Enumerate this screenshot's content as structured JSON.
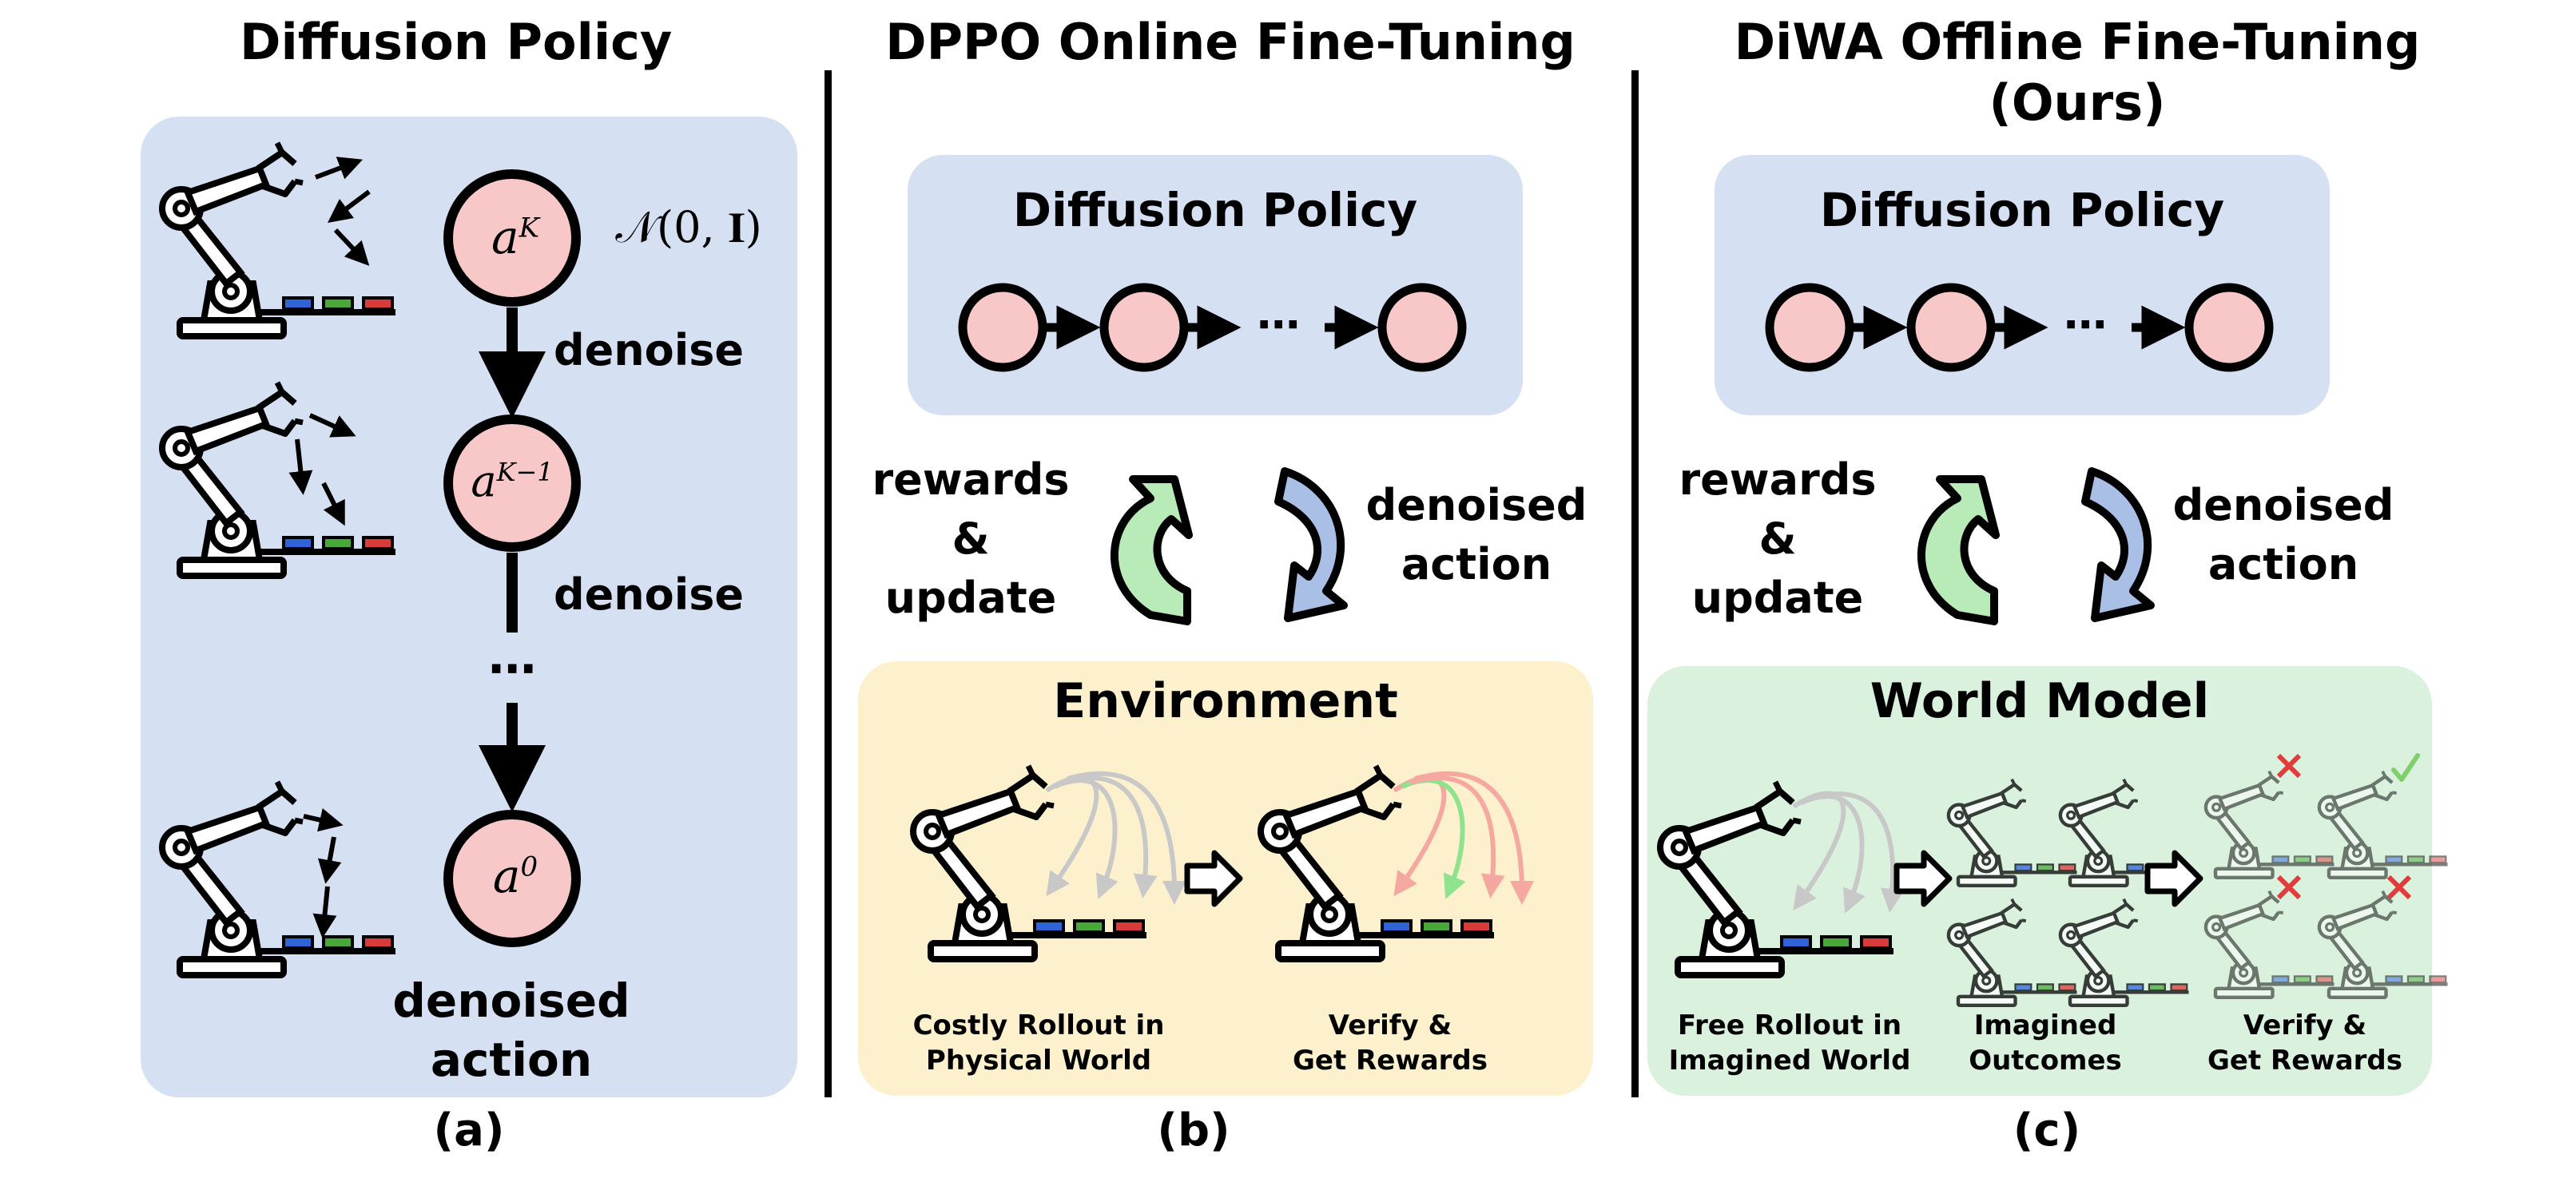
{
  "colors": {
    "panel_blue": "#d6e0f3",
    "panel_yellow": "#fcf1cc",
    "panel_green": "#d9f1dd",
    "node_pink": "#f8c8c8",
    "arrow_green": "#b9ebb9",
    "arrow_blue": "#a9bfe6"
  },
  "panel_a": {
    "title": "Diffusion Policy",
    "node_top": "a",
    "node_top_sup": "K",
    "noise": "𝒩(0, 𝐈)",
    "node_mid": "a",
    "node_mid_sup": "K−1",
    "node_bottom": "a",
    "node_bottom_sup": "0",
    "denoise_1": "denoise",
    "denoise_2": "denoise",
    "ellipsis": "⋯",
    "result_line1": "denoised",
    "result_line2": "action",
    "label": "(a)"
  },
  "panel_b": {
    "title": "DPPO Online Fine-Tuning",
    "policy_box_title": "Diffusion Policy",
    "chain_ellipsis": "⋯",
    "left_loop_1": "rewards",
    "left_loop_2": "&",
    "left_loop_3": "update",
    "right_loop_1": "denoised",
    "right_loop_2": "action",
    "env_title": "Environment",
    "caption_1_line1": "Costly Rollout in",
    "caption_1_line2": "Physical World",
    "caption_2_line1": "Verify &",
    "caption_2_line2": "Get Rewards",
    "label": "(b)"
  },
  "panel_c": {
    "title_line1": "DiWA Offline Fine-Tuning",
    "title_line2": "(Ours)",
    "policy_box_title": "Diffusion Policy",
    "chain_ellipsis": "⋯",
    "left_loop_1": "rewards",
    "left_loop_2": "&",
    "left_loop_3": "update",
    "right_loop_1": "denoised",
    "right_loop_2": "action",
    "wm_title": "World Model",
    "caption_1_line1": "Free Rollout in",
    "caption_1_line2": "Imagined World",
    "caption_2_line1": "Imagined",
    "caption_2_line2": "Outcomes",
    "caption_3_line1": "Verify &",
    "caption_3_line2": "Get Rewards",
    "label": "(c)"
  }
}
